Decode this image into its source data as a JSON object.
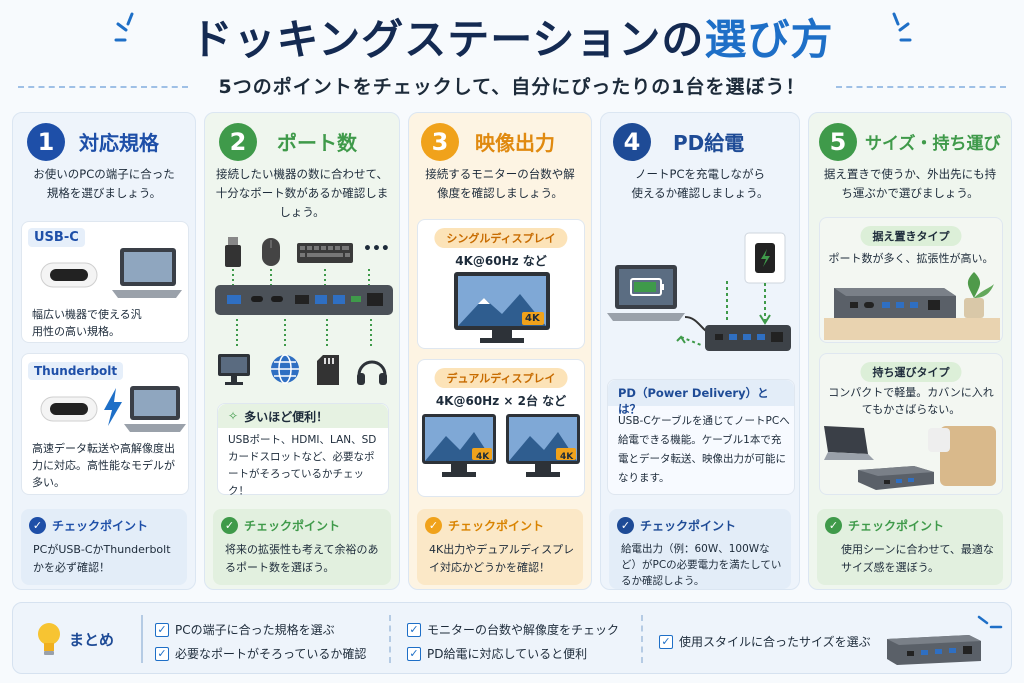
{
  "header": {
    "title_main": "ドッキングステーションの",
    "title_highlight": "選び方",
    "subtitle": "5つのポイントをチェックして、自分にぴったりの1台を選ぼう！"
  },
  "colors": {
    "blue": "#1e5fb8",
    "green": "#3f9a4a",
    "orange": "#f0a21b",
    "navy": "#1e4b96",
    "teal": "#3f9a4a"
  },
  "sections": [
    {
      "num": "1",
      "title": "対応規格",
      "desc": "お使いのPCの端子に合った規格を選びましょう。",
      "usbc_label": "USB-C",
      "usbc_desc": "幅広い機器で使える汎用性の高い規格。",
      "tb_label": "Thunderbolt",
      "tb_desc": "高速データ転送や高解像度出力に対応。高性能なモデルが多い。",
      "check_title": "チェックポイント",
      "check_body": "PCがUSB-CかThunderboltかを必ず確認！"
    },
    {
      "num": "2",
      "title": "ポート数",
      "desc": "接続したい機器の数に合わせて、十分なポート数があるか確認しましょう。",
      "tip_title": "多いほど便利！",
      "tip_body": "USBポート、HDMI、LAN、SDカードスロットなど、必要なポートがそろっているかチェック！",
      "dots": "•••",
      "check_title": "チェックポイント",
      "check_body": "将来の拡張性も考えて余裕のあるポート数を選ぼう。"
    },
    {
      "num": "3",
      "title": "映像出力",
      "desc": "接続するモニターの台数や解像度を確認しましょう。",
      "single_label": "シングルディスプレイ",
      "single_spec": "4K@60Hz など",
      "dual_label": "デュアルディスプレイ",
      "dual_spec": "4K@60Hz × 2台 など",
      "badge": "4K",
      "check_title": "チェックポイント",
      "check_body": "4K出力やデュアルディスプレイ対応かどうかを確認！"
    },
    {
      "num": "4",
      "title": "PD給電",
      "desc": "ノートPCを充電しながら使えるか確認しましょう。",
      "pd_title": "PD（Power Delivery）とは？",
      "pd_body": "USB-Cケーブルを通じてノートPCへ給電できる機能。ケーブル1本で充電とデータ転送、映像出力が可能になります。",
      "check_title": "チェックポイント",
      "check_body": "給電出力（例：60W、100Wなど）がPCの必要電力を満たしているか確認しよう。"
    },
    {
      "num": "5",
      "title": "サイズ・持ち運び",
      "desc": "据え置きで使うか、外出先にも持ち運ぶかで選びましょう。",
      "desk_label": "据え置きタイプ",
      "desk_desc": "ポート数が多く、拡張性が高い。",
      "mobile_label": "持ち運びタイプ",
      "mobile_desc": "コンパクトで軽量。カバンに入れてもかさばらない。",
      "check_title": "チェックポイント",
      "check_body": "使用シーンに合わせて、最適なサイズ感を選ぼう。"
    }
  ],
  "summary": {
    "label": "まとめ",
    "items": [
      "PCの端子に合った規格を選ぶ",
      "必要なポートがそろっているか確認",
      "モニターの台数や解像度をチェック",
      "PD給電に対応していると便利",
      "使用スタイルに合ったサイズを選ぶ"
    ]
  }
}
